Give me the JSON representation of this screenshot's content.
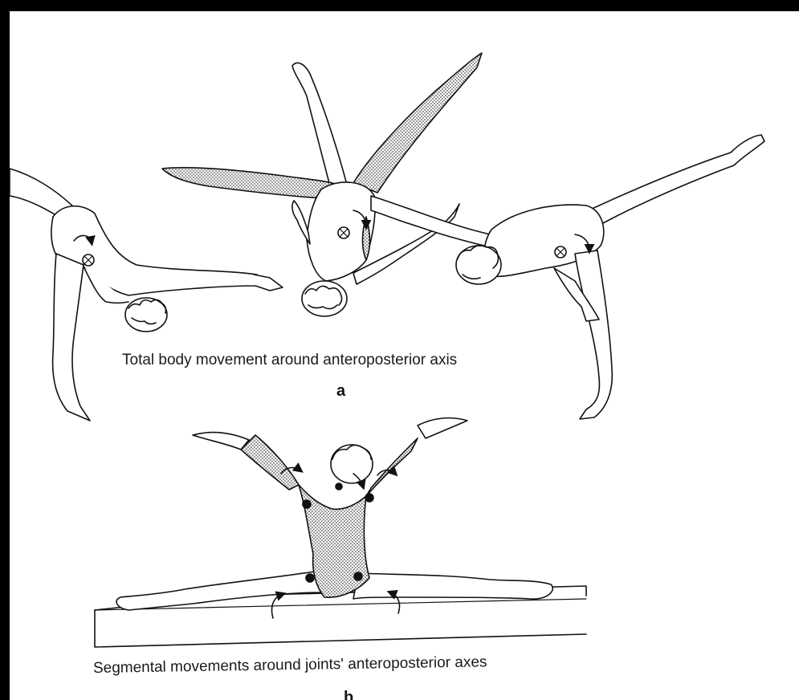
{
  "figure": {
    "panel_a": {
      "caption": "Total body movement around anteroposterior axis",
      "letter": "a"
    },
    "panel_b": {
      "caption": "Segmental movements around joints' anteroposterior axes",
      "letter": "b"
    }
  },
  "colors": {
    "background": "#000000",
    "paper": "#ffffff",
    "ink": "#1a1a1a",
    "leotard_shading": "#c8c8c8"
  }
}
